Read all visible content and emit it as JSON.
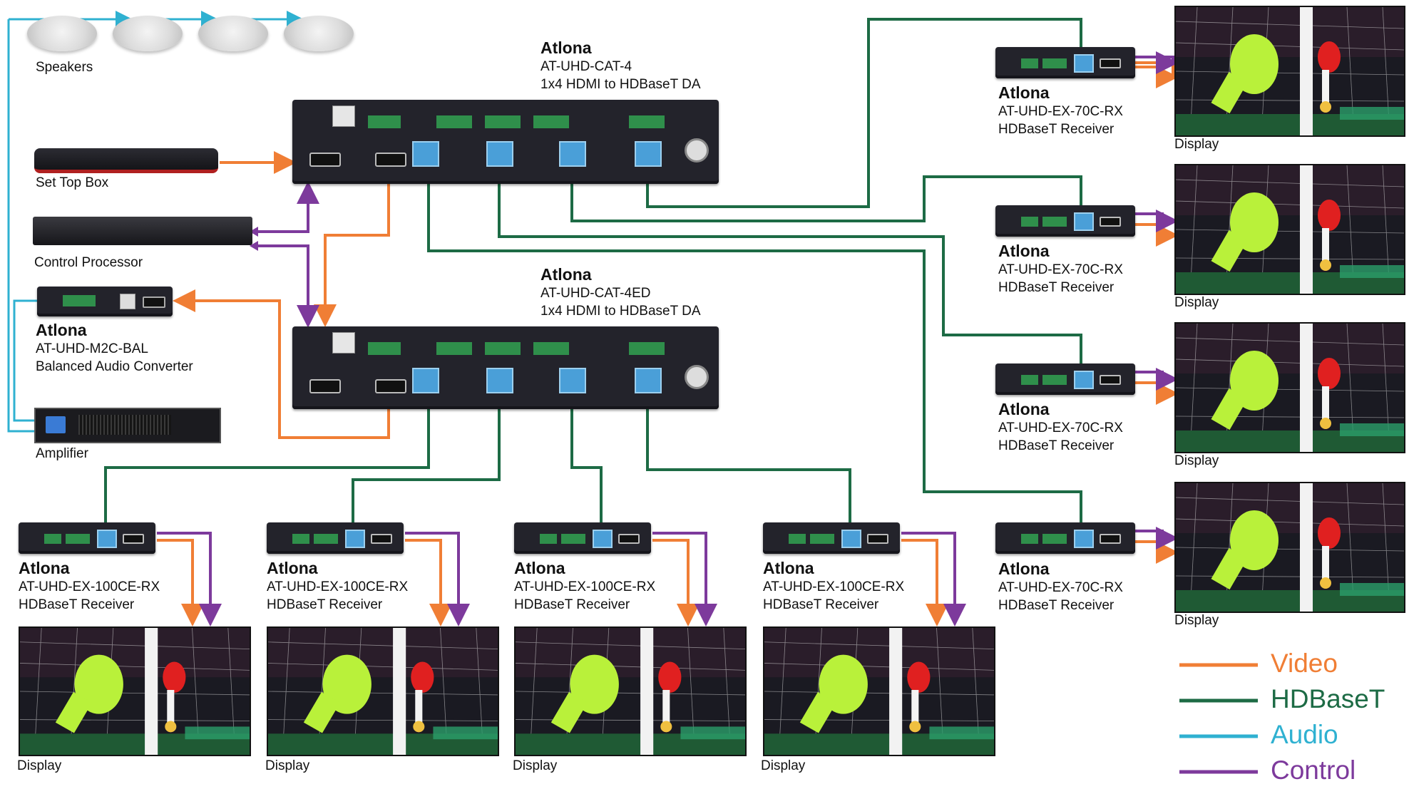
{
  "speakers": {
    "label": "Speakers"
  },
  "set_top_box": {
    "label": "Set Top Box"
  },
  "control_processor": {
    "label": "Control Processor"
  },
  "audio_converter": {
    "brand": "Atlona",
    "model": "AT-UHD-M2C-BAL",
    "desc": "Balanced Audio Converter"
  },
  "amplifier": {
    "label": "Amplifier"
  },
  "da_top": {
    "brand": "Atlona",
    "model": "AT-UHD-CAT-4",
    "desc": "1x4 HDMI to HDBaseT DA"
  },
  "da_bottom": {
    "brand": "Atlona",
    "model": "AT-UHD-CAT-4ED",
    "desc": "1x4 HDMI to HDBaseT DA"
  },
  "right_receivers": [
    {
      "brand": "Atlona",
      "model": "AT-UHD-EX-70C-RX",
      "desc": "HDBaseT Receiver",
      "display": "Display"
    },
    {
      "brand": "Atlona",
      "model": "AT-UHD-EX-70C-RX",
      "desc": "HDBaseT Receiver",
      "display": "Display"
    },
    {
      "brand": "Atlona",
      "model": "AT-UHD-EX-70C-RX",
      "desc": "HDBaseT Receiver",
      "display": "Display"
    },
    {
      "brand": "Atlona",
      "model": "AT-UHD-EX-70C-RX",
      "desc": "HDBaseT Receiver",
      "display": "Display"
    }
  ],
  "bottom_receivers": [
    {
      "brand": "Atlona",
      "model": "AT-UHD-EX-100CE-RX",
      "desc": "HDBaseT Receiver",
      "display": "Display"
    },
    {
      "brand": "Atlona",
      "model": "AT-UHD-EX-100CE-RX",
      "desc": "HDBaseT Receiver",
      "display": "Display"
    },
    {
      "brand": "Atlona",
      "model": "AT-UHD-EX-100CE-RX",
      "desc": "HDBaseT Receiver",
      "display": "Display"
    },
    {
      "brand": "Atlona",
      "model": "AT-UHD-EX-100CE-RX",
      "desc": "HDBaseT Receiver",
      "display": "Display"
    }
  ],
  "legend": [
    {
      "label": "Video",
      "color": "#f07e35"
    },
    {
      "label": "HDBaseT",
      "color": "#1d6b45"
    },
    {
      "label": "Audio",
      "color": "#2fb1d1"
    },
    {
      "label": "Control",
      "color": "#7d3a9c"
    }
  ],
  "colors": {
    "video": "#f07e35",
    "hdbaset": "#1d6b45",
    "audio": "#2fb1d1",
    "control": "#7d3a9c"
  }
}
